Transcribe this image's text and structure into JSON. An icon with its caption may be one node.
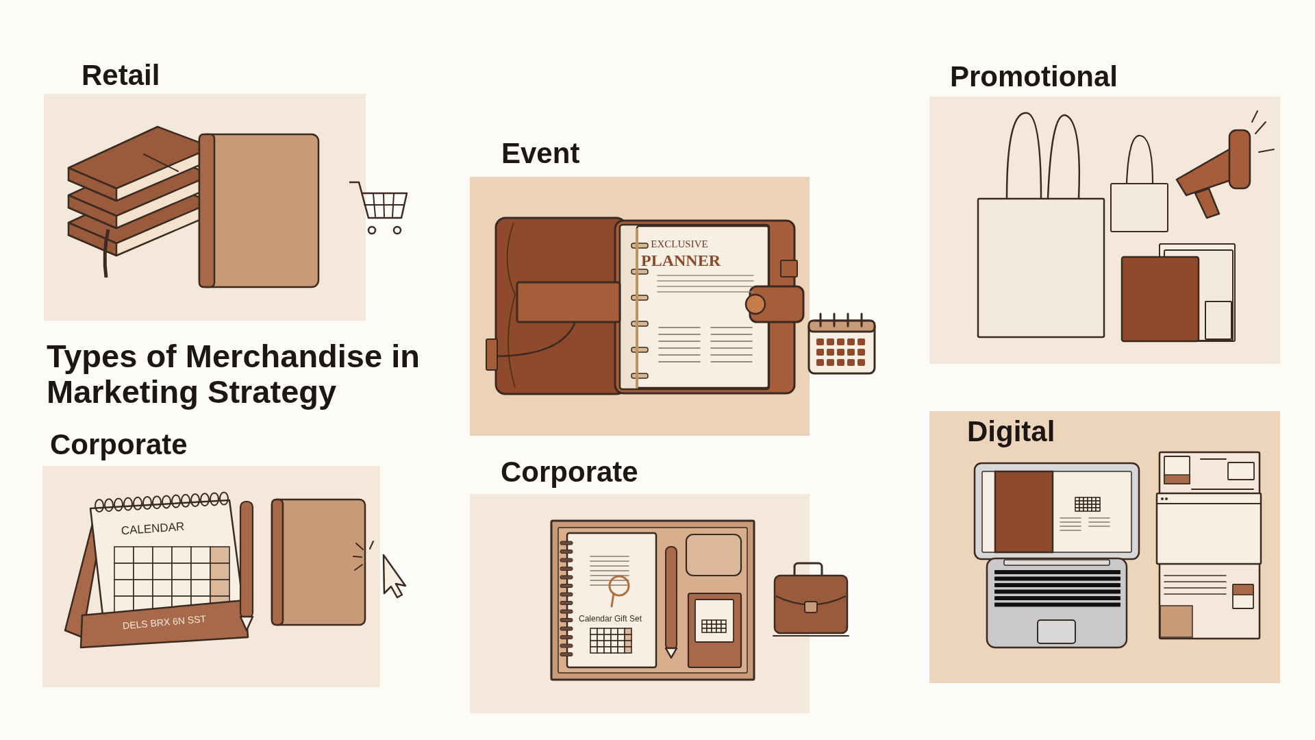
{
  "diagram": {
    "title": "Types of Merchandise in Marketing Strategy",
    "nodes": [
      {
        "text": [
          "Retail"
        ]
      },
      {
        "text": [
          "Event"
        ]
      },
      {
        "text": [
          "Promotional"
        ]
      },
      {
        "text": [
          "Corporate"
        ]
      },
      {
        "text": [
          "Corporate"
        ]
      },
      {
        "text": [
          "Digital"
        ]
      }
    ],
    "labels": [
      "EXCLUSIVE",
      "PLANNER",
      "CALENDAR",
      "DELS BRX 6N SST",
      "Calendar Gift Set"
    ]
  }
}
